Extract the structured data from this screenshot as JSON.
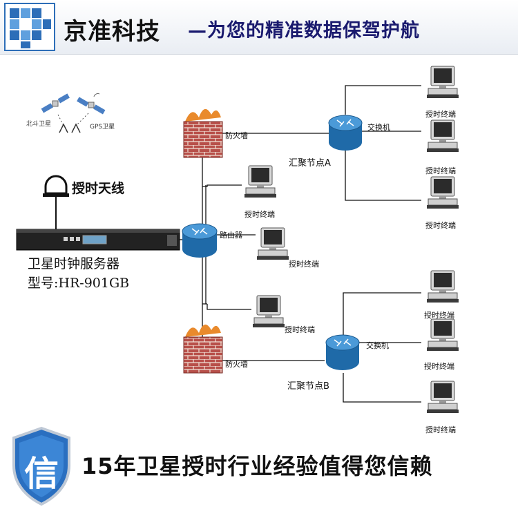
{
  "header": {
    "company": "京准科技",
    "slogan": "—为您的精准数据保驾护航"
  },
  "satellites": {
    "beidou": "北斗卫星",
    "gps": "GPS卫星"
  },
  "antenna": {
    "label": "授时天线"
  },
  "server": {
    "name": "卫星时钟服务器",
    "model": "型号:HR-901GB"
  },
  "network": {
    "firewall": "防火墙",
    "router": "路由器",
    "switch": "交换机",
    "node_a": "汇聚节点A",
    "node_b": "汇聚节点B",
    "terminal": "授时终端"
  },
  "footer": {
    "trust_char": "信",
    "tagline": "15年卫星授时行业经验值得您信赖"
  },
  "colors": {
    "slogan": "#1a1a6e",
    "router": "#2f7fc1",
    "firewall_brick": "#b8504a",
    "shield": "#2a6fc0"
  }
}
